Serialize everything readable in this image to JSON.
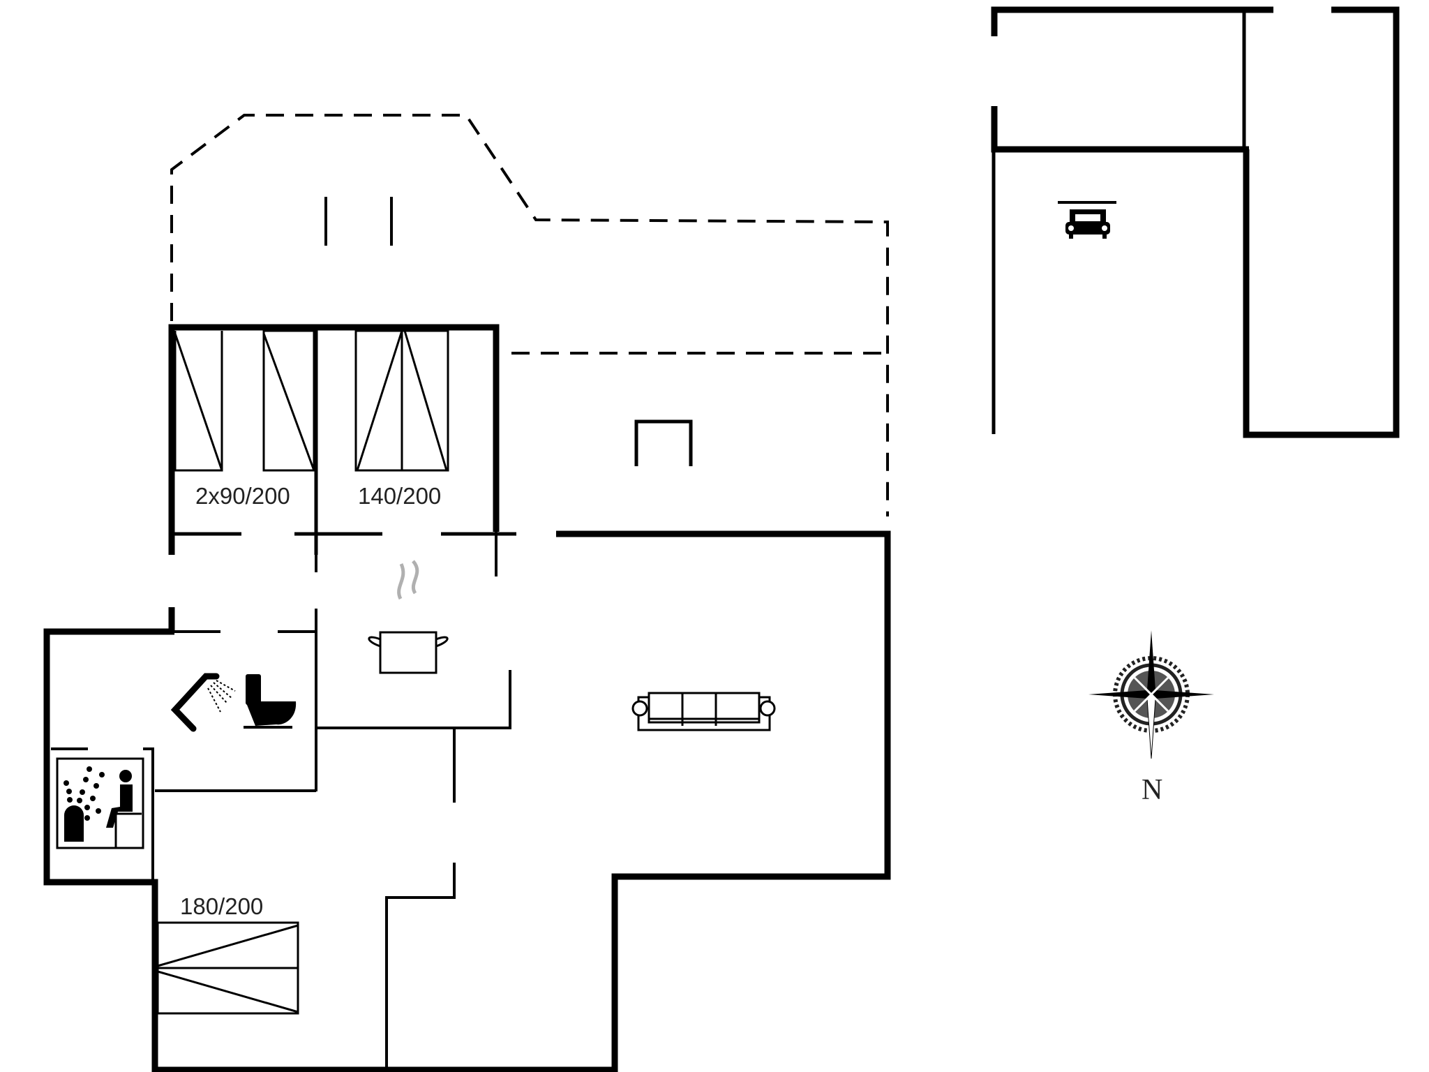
{
  "plan": {
    "type": "floor plan",
    "wall_color": "#000000",
    "background": "#ffffff",
    "steam_color": "#b0b0b0"
  },
  "bed_labels": {
    "bedroom_twin": "2x90/200",
    "bedroom_double_top": "140/200",
    "bedroom_double_bottom": "180/200"
  },
  "compass": {
    "label": "N"
  },
  "rooms": [
    {
      "name": "bedroom-twin",
      "bed": "2x90/200"
    },
    {
      "name": "bedroom-double",
      "bed": "140/200"
    },
    {
      "name": "bedroom-master",
      "bed": "180/200"
    },
    {
      "name": "kitchen",
      "icon": "cooking-pot-icon"
    },
    {
      "name": "living-room",
      "icon": "sofa-icon"
    },
    {
      "name": "bathroom",
      "icons": [
        "shower-icon",
        "toilet-icon"
      ]
    },
    {
      "name": "sauna",
      "icon": "sauna-icon"
    },
    {
      "name": "carport",
      "icon": "car-icon"
    },
    {
      "name": "terrace",
      "style": "dashed"
    }
  ]
}
